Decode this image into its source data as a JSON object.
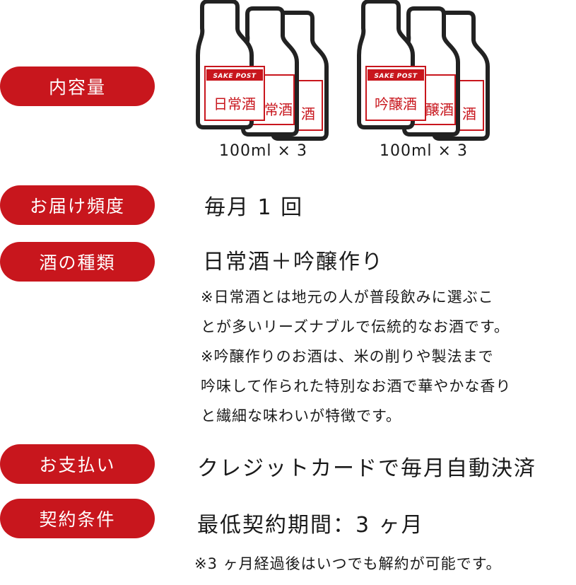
{
  "colors": {
    "accent_red": "#c8161d",
    "text": "#1a1a1a",
    "bottle_outline": "#222222"
  },
  "labels": {
    "contents": "内容量",
    "frequency": "お届け頻度",
    "types": "酒の種類",
    "payment": "お支払い",
    "terms": "契約条件"
  },
  "bottles": {
    "brand": "SAKE POST",
    "group1": {
      "icon": "sake-bottle-icon",
      "front_label": "日常酒",
      "middle_label_partial": "常酒",
      "back_label_partial": "酒",
      "quantity": "100ml × 3"
    },
    "group2": {
      "icon": "sake-bottle-icon",
      "front_label": "吟醸酒",
      "middle_label_partial": "醸酒",
      "back_label_partial": "酒",
      "quantity": "100ml × 3"
    }
  },
  "frequency": {
    "value": "毎月 1 回"
  },
  "types": {
    "value": "日常酒＋吟醸作り",
    "note1_line1": "※日常酒とは地元の人が普段飲みに選ぶこ",
    "note1_line2": "とが多いリーズナブルで伝統的なお酒です。",
    "note2_line1": "※吟醸作りのお酒は、米の削りや製法まで",
    "note2_line2": "吟味して作られた特別なお酒で華やかな香り",
    "note2_line3": "と繊細な味わいが特徴です。"
  },
  "payment": {
    "value": "クレジットカードで毎月自動決済"
  },
  "terms": {
    "value": "最低契約期間：3 ヶ月",
    "note": "※3 ヶ月経過後はいつでも解約が可能です。"
  }
}
